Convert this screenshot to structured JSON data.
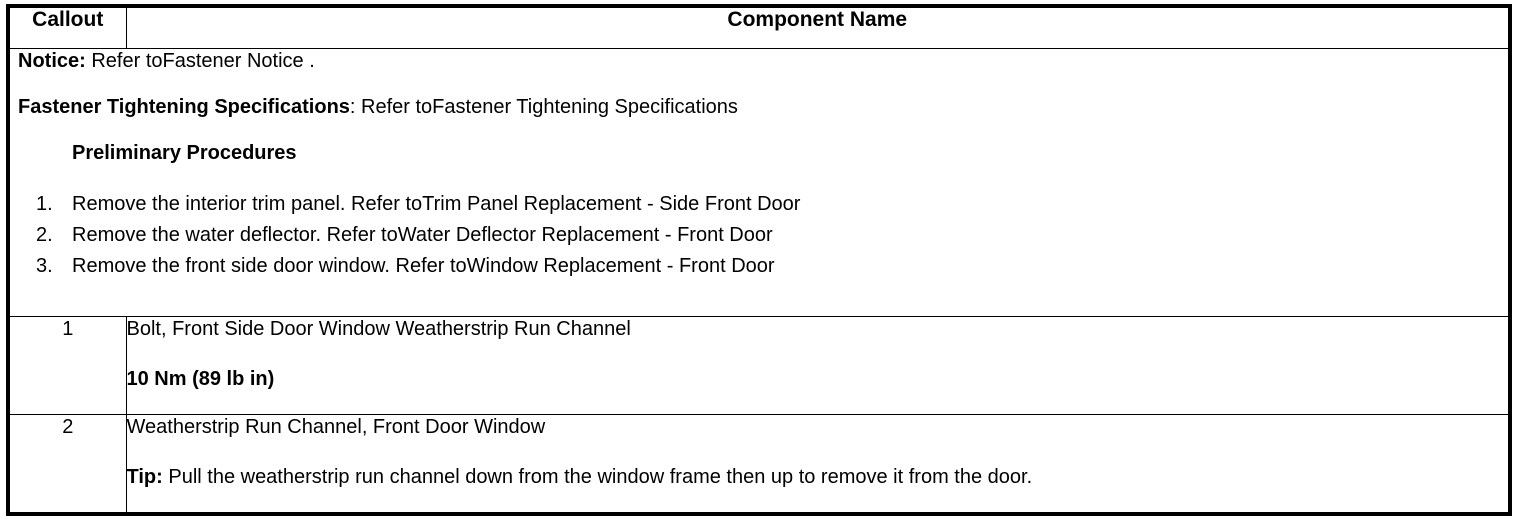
{
  "table": {
    "headers": {
      "callout": "Callout",
      "component_name": "Component Name"
    },
    "intro": {
      "notice_label": "Notice:",
      "notice_text": " Refer toFastener Notice .",
      "fastener_label": "Fastener Tightening Specifications",
      "fastener_text": ": Refer toFastener Tightening Specifications",
      "preliminary_heading": "Preliminary Procedures",
      "procedures": [
        {
          "num": "1.",
          "text": "Remove the interior trim panel. Refer toTrim Panel Replacement - Side Front Door"
        },
        {
          "num": "2.",
          "text": "Remove the water deflector. Refer toWater Deflector Replacement - Front Door"
        },
        {
          "num": "3.",
          "text": "Remove the front side door window. Refer toWindow Replacement - Front Door"
        }
      ]
    },
    "rows": [
      {
        "callout": "1",
        "title": "Bolt, Front Side Door Window Weatherstrip Run Channel",
        "sub_label": "",
        "sub_text": "10 Nm (89 lb in)",
        "sub_bold": true
      },
      {
        "callout": "2",
        "title": "Weatherstrip Run Channel, Front Door Window",
        "sub_label": "Tip:",
        "sub_text": " Pull the weatherstrip run channel down from the window frame then up to remove it from the door.",
        "sub_bold": false
      }
    ]
  }
}
